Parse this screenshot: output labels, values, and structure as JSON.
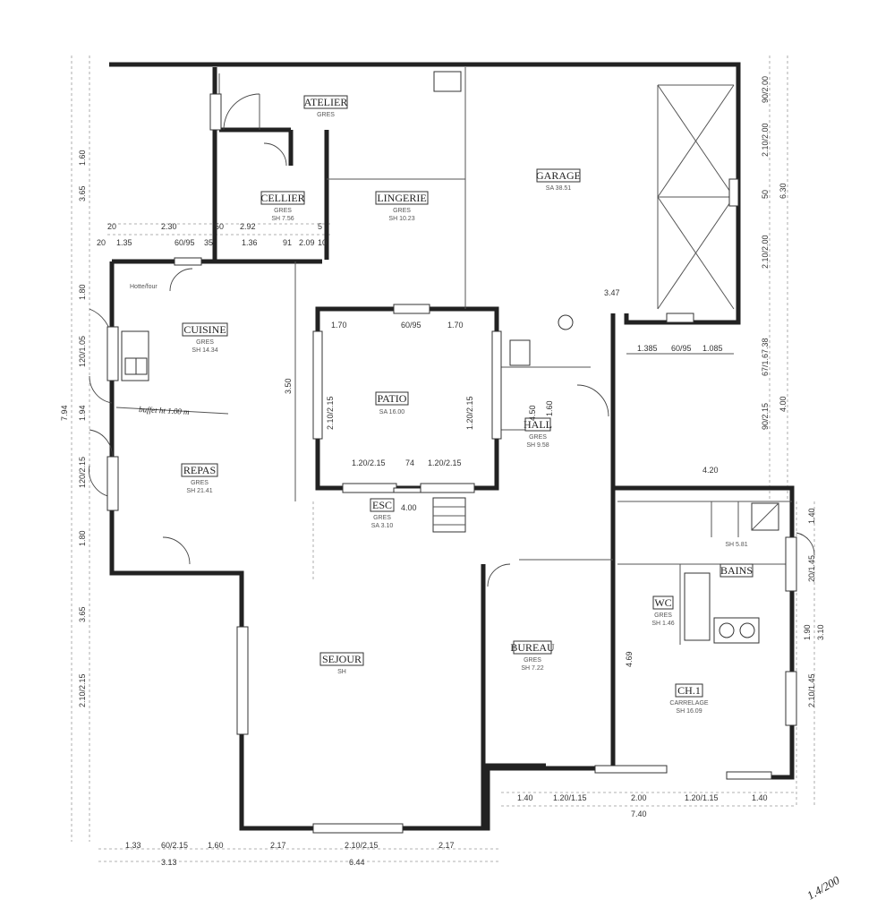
{
  "rooms": {
    "atelier": {
      "name": "ATELIER",
      "sub": "GRES"
    },
    "cellier": {
      "name": "CELLIER",
      "sub": "GRES",
      "sub2": "SH 7.56"
    },
    "lingerie": {
      "name": "LINGERIE",
      "sub": "GRES",
      "sub2": "SH 10.23"
    },
    "garage": {
      "name": "GARAGE",
      "sub": "SA 38.51"
    },
    "cuisine": {
      "name": "CUISINE",
      "sub": "GRES",
      "sub2": "SH 14.34"
    },
    "patio": {
      "name": "PATIO",
      "sub": "SA 16.00"
    },
    "hall": {
      "name": "HALL",
      "sub": "GRES",
      "sub2": "SH 9.58"
    },
    "repas": {
      "name": "REPAS",
      "sub": "GRES",
      "sub2": "SH 21.41"
    },
    "esc": {
      "name": "ESC",
      "sub": "GRES",
      "sub2": "SA 3.10"
    },
    "sejour": {
      "name": "SEJOUR",
      "sub": "SH"
    },
    "bureau": {
      "name": "BUREAU",
      "sub": "GRES",
      "sub2": "SH 7.22"
    },
    "bains": {
      "name": "BAINS",
      "sub": "SH 5.81"
    },
    "wc": {
      "name": "WC",
      "sub": "GRES",
      "sub2": "SH 1.46"
    },
    "chambre": {
      "name": "CH.1",
      "sub": "CARRELAGE",
      "sub2": "SH 16.09"
    }
  },
  "notes": {
    "buffet": "buffet ht 1.00 m",
    "hotte": "Hotte/four",
    "handwritten": "1.4/200"
  },
  "dims_top": [
    "2.30",
    "1.35",
    "60/95",
    "35",
    "1.36",
    "91",
    "2.09",
    "2.92"
  ],
  "dims_top_row2": [
    "20",
    "50",
    "20",
    "10",
    "5"
  ],
  "dims_patio": [
    "1.70",
    "60/95",
    "1.70",
    "1.20/2.15",
    "74",
    "1.20/2.15",
    "4.00",
    "2.10/2.15",
    "1.20/2.15"
  ],
  "dims_bottom": [
    "1.33",
    "60/2.15",
    "1.60",
    "2.17",
    "2.10/2.15",
    "2.17"
  ],
  "dims_bottom_totals": [
    "3.13",
    "6.44"
  ],
  "dims_right_bottom": [
    "1.40",
    "1.20/1.15",
    "2.00",
    "1.20/1.15",
    "1.40"
  ],
  "dims_right_bottom_total": "7.40",
  "dims_right": [
    "90/2.00",
    "2.10/2.00",
    "50",
    "2.10/2.00",
    "6.30",
    "67/1.67.38",
    "90/2.15",
    "4.00",
    "1.40",
    "20/1.45",
    "1.90",
    "3.10",
    "2.10/1.45"
  ],
  "dims_left": [
    "1.60",
    "3.65",
    "1.80",
    "120/1.05",
    "7.94",
    "1.94",
    "120/2.15",
    "1.80",
    "3.65",
    "2.10/2.15"
  ],
  "dims_inner": [
    "4.20",
    "1.385",
    "60/95",
    "1.085",
    "3.50",
    "4.50",
    "3.47",
    "4.69",
    "1.60"
  ]
}
